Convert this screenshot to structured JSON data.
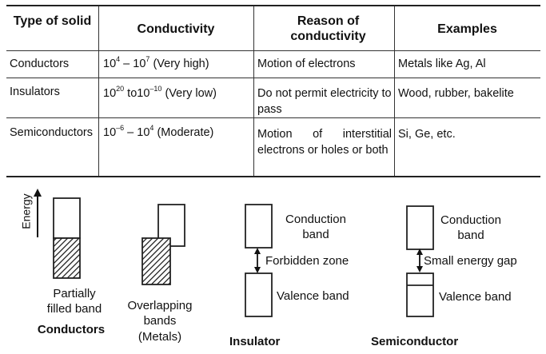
{
  "table": {
    "headers": [
      "Type of solid",
      "Conductivity",
      "Reason of conductivity",
      "Examples"
    ],
    "rows": [
      {
        "type": "Conductors",
        "cond_base1": "10",
        "cond_exp1": "4",
        "cond_sep": " – ",
        "cond_base2": "10",
        "cond_exp2": "7",
        "cond_desc": " (Very high)",
        "reason": "Motion of electrons",
        "examples": "Metals like Ag, Al"
      },
      {
        "type": "Insulators",
        "cond_base1": "10",
        "cond_exp1": "20",
        "cond_sep": " to",
        "cond_base2": "10",
        "cond_exp2": "–10",
        "cond_desc": " (Very low)",
        "reason": "Do not permit electricity to pass",
        "examples": "Wood, rubber, bakelite"
      },
      {
        "type": "Semiconductors",
        "cond_base1": "10",
        "cond_exp1": "–6",
        "cond_sep": " – ",
        "cond_base2": "10",
        "cond_exp2": "4",
        "cond_desc": " (Moderate)",
        "reason": "Motion of interstitial electrons or holes or both",
        "examples": "Si, Ge, etc."
      }
    ]
  },
  "diagram": {
    "energy_label": "Energy",
    "conductors": {
      "band_label": "Partially filled band",
      "title": "Conductors"
    },
    "metals": {
      "band_label": "Overlapping bands",
      "sub_label": "(Metals)"
    },
    "insulator": {
      "conduction_label": "Conduction band",
      "gap_label": "Forbidden zone",
      "valence_label": "Valence band",
      "title": "Insulator"
    },
    "semiconductor": {
      "conduction_label": "Conduction band",
      "gap_label": "Small energy gap",
      "valence_label": "Valence band",
      "title": "Semiconductor"
    }
  }
}
